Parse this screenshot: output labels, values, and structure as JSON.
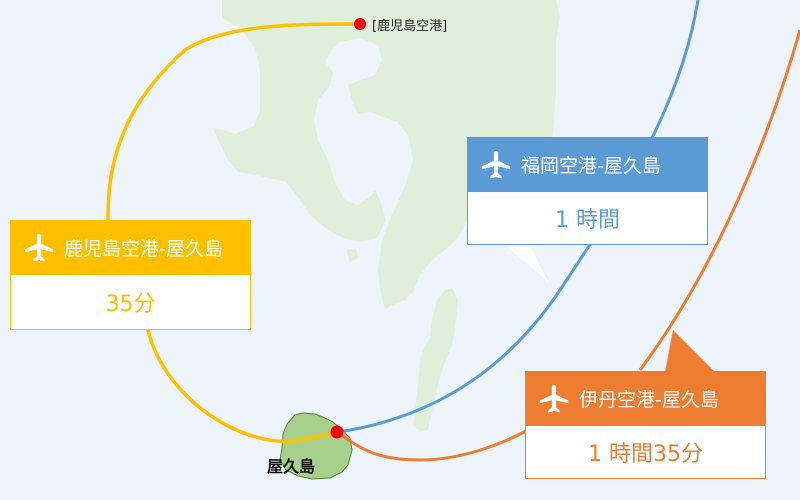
{
  "map": {
    "colors": {
      "sea": "#edf4fb",
      "land": "#e0efda",
      "yakushima_fill": "#a8d08d",
      "yakushima_stroke": "#548235",
      "airport_dot": "#ff0000",
      "route_kagoshima": "#ffc000",
      "route_fukuoka": "#5b9bd5",
      "route_itami": "#ed7d31"
    },
    "kagoshima_airport_label": "[鹿児島空港]",
    "yakushima_label": "屋久島"
  },
  "routes": [
    {
      "id": "kagoshima",
      "title": "鹿児島空港-屋久島",
      "duration": "35分",
      "icon": "airplane-icon",
      "color": "#ffc000"
    },
    {
      "id": "fukuoka",
      "title": "福岡空港-屋久島",
      "duration": "1 時間",
      "icon": "airplane-icon",
      "color": "#5b9bd5"
    },
    {
      "id": "itami",
      "title": "伊丹空港-屋久島",
      "duration": "1 時間35分",
      "icon": "airplane-icon",
      "color": "#ed7d31"
    }
  ]
}
